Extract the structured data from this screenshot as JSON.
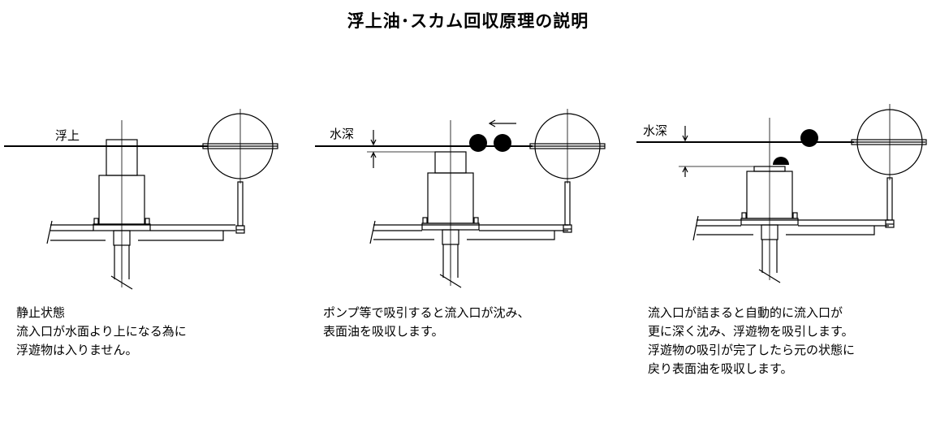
{
  "title": "浮上油･スカム回収原理の説明",
  "panels": [
    {
      "label": "浮上",
      "caption": [
        "静止状態",
        "流入口が水面より上になる為に",
        "浮遊物は入りません。"
      ]
    },
    {
      "label": "水深",
      "caption": [
        "ポンプ等で吸引すると流入口が沈み、",
        "表面油を吸収します。"
      ]
    },
    {
      "label": "水深",
      "caption": [
        "流入口が詰まると自動的に流入口が",
        "更に深く沈み、浮遊物を吸引します。",
        "浮遊物の吸引が完了したら元の状態に",
        "戻り表面油を吸収します。"
      ]
    }
  ]
}
